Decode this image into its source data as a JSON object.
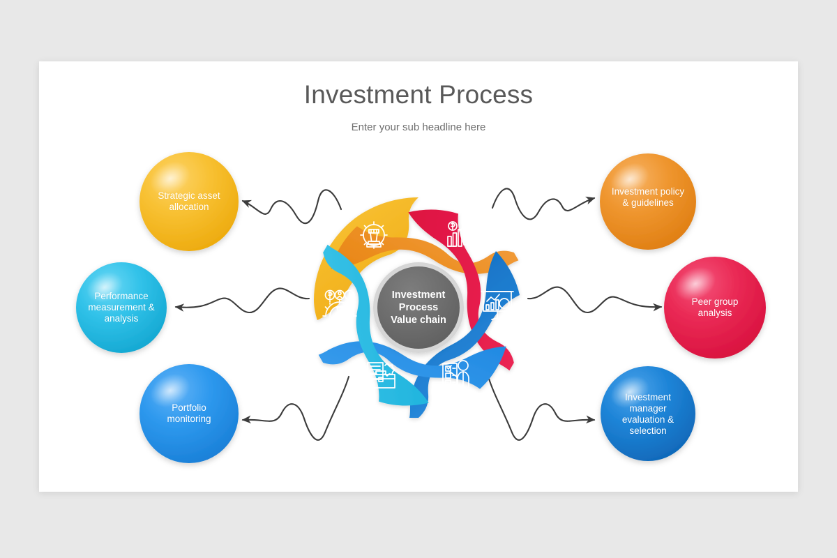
{
  "slide": {
    "title": "Investment Process",
    "subtitle": "Enter your sub headline here",
    "background_color": "#e8e8e8",
    "card_color": "#ffffff"
  },
  "hub": {
    "label_line1": "Investment",
    "label_line2": "Process",
    "label_line3": "Value chain",
    "fill_color": "#6b6b6b",
    "ring_color": "#d6d6d6"
  },
  "diagram": {
    "type": "cycle-hub-and-spoke",
    "segment_count": 6,
    "segments": [
      {
        "id": "strategic-asset-allocation",
        "label": "Strategic asset allocation",
        "label_lines": [
          "Strategic asset",
          "allocation"
        ],
        "color": "#f5b820",
        "color_light": "#fcd266",
        "icon": "chess-rook-gear-icon",
        "side": "left",
        "row": "top"
      },
      {
        "id": "investment-policy-guidelines",
        "label": "Investment policy & guidelines",
        "label_lines": [
          "Investment policy",
          "& guidelines"
        ],
        "color": "#ee8b23",
        "color_light": "#f5a94f",
        "icon": "growth-chart-certificate-icon",
        "side": "right",
        "row": "top"
      },
      {
        "id": "peer-group-analysis",
        "label": "Peer group analysis",
        "label_lines": [
          "Peer group",
          "analysis"
        ],
        "color": "#e8204e",
        "color_light": "#f2456e",
        "icon": "presentation-analysis-magnifier-icon",
        "side": "right",
        "row": "middle"
      },
      {
        "id": "investment-manager-evaluation",
        "label": "Investment manager evaluation & selection",
        "label_lines": [
          "Investment",
          "manager",
          "evaluation &",
          "selection"
        ],
        "color": "#1a7fd4",
        "color_light": "#3c9ae8",
        "icon": "person-checklist-icon",
        "side": "right",
        "row": "bottom"
      },
      {
        "id": "portfolio-monitoring",
        "label": "Portfolio monitoring",
        "label_lines": [
          "Portfolio",
          "monitoring"
        ],
        "color": "#2b95ec",
        "color_light": "#58aef5",
        "icon": "briefcase-document-gear-icon",
        "side": "left",
        "row": "bottom"
      },
      {
        "id": "performance-measurement-analysis",
        "label": "Performance measurement & analysis",
        "label_lines": [
          "Performance",
          "measurement &",
          "analysis"
        ],
        "color": "#2fc0e8",
        "color_light": "#63d4f2",
        "icon": "gauge-metrics-icon",
        "side": "left",
        "row": "middle"
      }
    ],
    "connector_color": "#3b3b3b",
    "connector_style": "wavy-arrow"
  }
}
